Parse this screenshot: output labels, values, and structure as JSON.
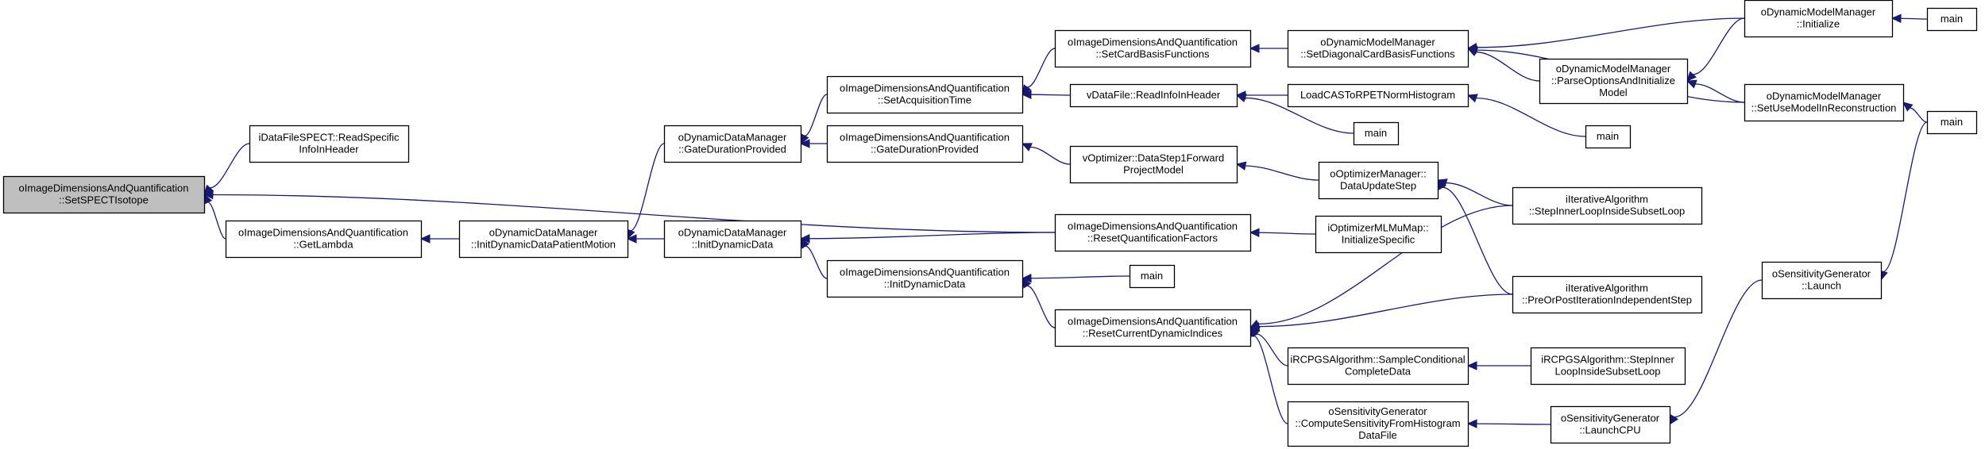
{
  "graph": {
    "root": "n0",
    "colors": {
      "edge": "#191970",
      "root_fill": "#bfbfbf",
      "node_fill": "#ffffff",
      "node_stroke": "#000000"
    },
    "nodes": [
      {
        "id": "n0",
        "lines": [
          "oImageDimensionsAndQuantification",
          "::SetSPECTIsotope"
        ]
      },
      {
        "id": "n1",
        "lines": [
          "iDataFileSPECT::ReadSpecific",
          "InfoInHeader"
        ]
      },
      {
        "id": "n2",
        "lines": [
          "oImageDimensionsAndQuantification",
          "::GetLambda"
        ]
      },
      {
        "id": "n3",
        "lines": [
          "oDynamicDataManager",
          "::InitDynamicDataPatientMotion"
        ]
      },
      {
        "id": "n4",
        "lines": [
          "oDynamicDataManager",
          "::GateDurationProvided"
        ]
      },
      {
        "id": "n5",
        "lines": [
          "oDynamicDataManager",
          "::InitDynamicData"
        ]
      },
      {
        "id": "n6",
        "lines": [
          "oImageDimensionsAndQuantification",
          "::SetAcquisitionTime"
        ]
      },
      {
        "id": "n7",
        "lines": [
          "oImageDimensionsAndQuantification",
          "::GateDurationProvided"
        ]
      },
      {
        "id": "n8",
        "lines": [
          "oImageDimensionsAndQuantification",
          "::InitDynamicData"
        ]
      },
      {
        "id": "n9",
        "lines": [
          "oImageDimensionsAndQuantification",
          "::SetCardBasisFunctions"
        ]
      },
      {
        "id": "n10",
        "lines": [
          "vDataFile::ReadInfoInHeader"
        ]
      },
      {
        "id": "n11",
        "lines": [
          "vOptimizer::DataStep1Forward",
          "ProjectModel"
        ]
      },
      {
        "id": "n12",
        "lines": [
          "oImageDimensionsAndQuantification",
          "::ResetQuantificationFactors"
        ]
      },
      {
        "id": "n13",
        "lines": [
          "main"
        ]
      },
      {
        "id": "n14",
        "lines": [
          "oImageDimensionsAndQuantification",
          "::ResetCurrentDynamicIndices"
        ]
      },
      {
        "id": "n15",
        "lines": [
          "oDynamicModelManager",
          "::SetDiagonalCardBasisFunctions"
        ]
      },
      {
        "id": "n16",
        "lines": [
          "LoadCASToRPETNormHistogram"
        ]
      },
      {
        "id": "n17",
        "lines": [
          "main"
        ]
      },
      {
        "id": "n18",
        "lines": [
          "oOptimizerManager::",
          "DataUpdateStep"
        ]
      },
      {
        "id": "n19",
        "lines": [
          "iOptimizerMLMuMap::",
          "InitializeSpecific"
        ]
      },
      {
        "id": "n20",
        "lines": [
          "iRCPGSAlgorithm::SampleConditional",
          "CompleteData"
        ]
      },
      {
        "id": "n21",
        "lines": [
          "oSensitivityGenerator",
          "::ComputeSensitivityFromHistogram",
          "DataFile"
        ]
      },
      {
        "id": "n22",
        "lines": [
          "oDynamicModelManager",
          "::ParseOptionsAndInitialize",
          "Model"
        ]
      },
      {
        "id": "n23",
        "lines": [
          "main"
        ]
      },
      {
        "id": "n24",
        "lines": [
          "iIterativeAlgorithm",
          "::StepInnerLoopInsideSubsetLoop"
        ]
      },
      {
        "id": "n25",
        "lines": [
          "iIterativeAlgorithm",
          "::PreOrPostIterationIndependentStep"
        ]
      },
      {
        "id": "n26",
        "lines": [
          "iRCPGSAlgorithm::StepInner",
          "LoopInsideSubsetLoop"
        ]
      },
      {
        "id": "n27",
        "lines": [
          "oSensitivityGenerator",
          "::LaunchCPU"
        ]
      },
      {
        "id": "n28",
        "lines": [
          "oDynamicModelManager",
          "::Initialize"
        ]
      },
      {
        "id": "n29",
        "lines": [
          "oDynamicModelManager",
          "::SetUseModelInReconstruction"
        ]
      },
      {
        "id": "n30",
        "lines": [
          "oSensitivityGenerator",
          "::Launch"
        ]
      },
      {
        "id": "n31",
        "lines": [
          "main"
        ]
      },
      {
        "id": "n32",
        "lines": [
          "main"
        ]
      }
    ],
    "edges": [
      [
        "n1",
        "n0"
      ],
      [
        "n2",
        "n0"
      ],
      [
        "n12",
        "n0"
      ],
      [
        "n3",
        "n2"
      ],
      [
        "n4",
        "n3"
      ],
      [
        "n5",
        "n3"
      ],
      [
        "n6",
        "n4"
      ],
      [
        "n7",
        "n4"
      ],
      [
        "n8",
        "n5"
      ],
      [
        "n12",
        "n5"
      ],
      [
        "n9",
        "n6"
      ],
      [
        "n10",
        "n6"
      ],
      [
        "n11",
        "n7"
      ],
      [
        "n13",
        "n8"
      ],
      [
        "n14",
        "n8"
      ],
      [
        "n15",
        "n9"
      ],
      [
        "n16",
        "n10"
      ],
      [
        "n17",
        "n10"
      ],
      [
        "n18",
        "n11"
      ],
      [
        "n19",
        "n12"
      ],
      [
        "n20",
        "n14"
      ],
      [
        "n21",
        "n14"
      ],
      [
        "n24",
        "n14"
      ],
      [
        "n25",
        "n14"
      ],
      [
        "n22",
        "n15"
      ],
      [
        "n28",
        "n15"
      ],
      [
        "n29",
        "n15"
      ],
      [
        "n23",
        "n16"
      ],
      [
        "n24",
        "n18"
      ],
      [
        "n25",
        "n18"
      ],
      [
        "n26",
        "n20"
      ],
      [
        "n27",
        "n21"
      ],
      [
        "n28",
        "n22"
      ],
      [
        "n29",
        "n22"
      ],
      [
        "n30",
        "n27"
      ],
      [
        "n31",
        "n28"
      ],
      [
        "n32",
        "n29"
      ],
      [
        "n32",
        "n30"
      ]
    ]
  }
}
